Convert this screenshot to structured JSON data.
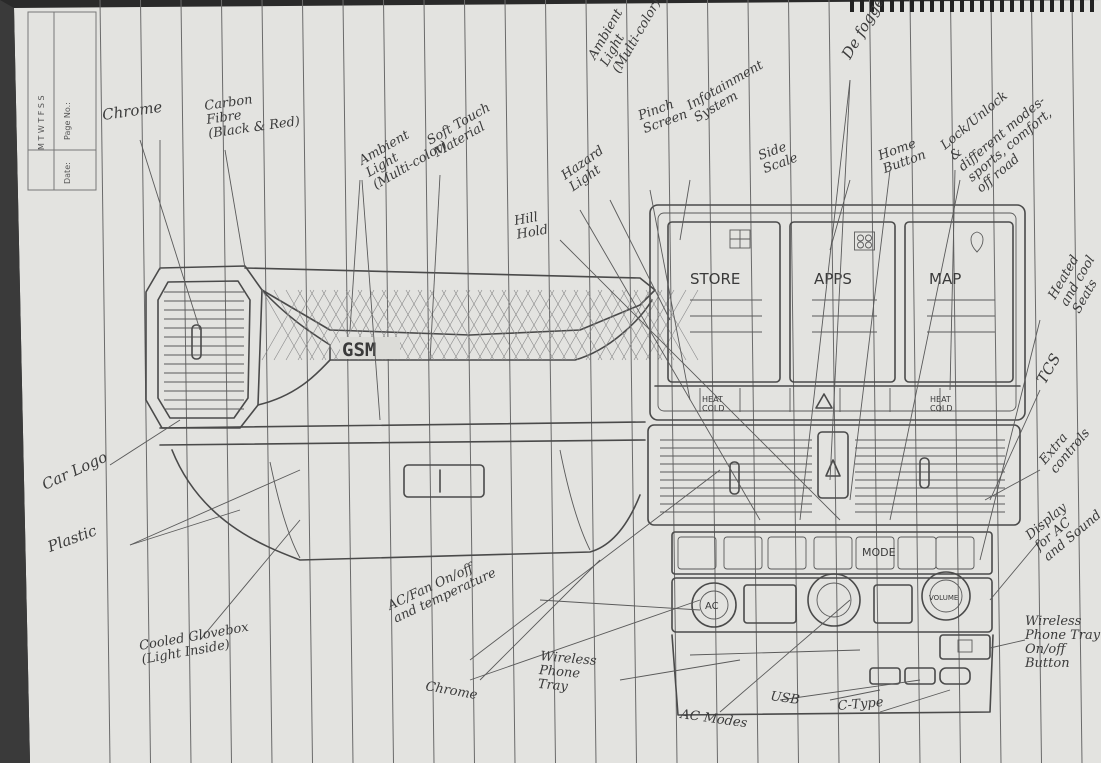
{
  "header_box": {
    "days": "M T W T F S S",
    "page_no_label": "Page No.:",
    "date_label": "Date:"
  },
  "logo": {
    "text": "GSM"
  },
  "screens": [
    {
      "label": "STORE",
      "icon": "grid-icon"
    },
    {
      "label": "APPS",
      "icon": "apps-icon"
    },
    {
      "label": "MAP",
      "icon": "map-pin-icon"
    }
  ],
  "screen_strip": {
    "heat_cold_left": "HEAT\nCOLD",
    "heat_cold_right": "HEAT\nCOLD"
  },
  "control_row": {
    "mode_label": "MODE"
  },
  "knob": {
    "volume_label": "VOLUME"
  },
  "ac_button": {
    "label": "AC"
  },
  "annotations": {
    "chrome_top": "Chrome",
    "carbon_fibre": "Carbon\nFibre\n(Black & Red)",
    "ambient_left": "Ambient\nLight\n(Multi-color)",
    "soft_touch": "Soft Touch\nMaterial",
    "ambient_top": "Ambient\nLight\n(Multi-color)",
    "pinch_screen": "Pinch\nScreen",
    "infotainment": "Infotainment\nSystem",
    "side_scale": "Side\nScale",
    "de_fogger": "De fogger",
    "home_button": "Home\nButton",
    "lock_unlock": "Lock/Unlock\n&\ndifferent modes-\nsports, comfort,\noff road",
    "hazard_light": "Hazard\nLight",
    "hill_hold": "Hill\nHold",
    "heated_seats": "Heated\nand cool\nSeats",
    "tcs": "TCS",
    "extra_controls": "Extra\ncontrols",
    "display_ac": "Display\nfor AC\nand Sound",
    "wireless_button": "Wireless\nPhone Tray\nOn/off\nButton",
    "car_logo": "Car Logo",
    "plastic": "Plastic",
    "ac_fan": "AC/Fan On/off\nand temperature",
    "cooled_glovebox": "Cooled Glovebox\n(Light Inside)",
    "chrome_bottom": "Chrome",
    "wireless_tray": "Wireless\nPhone\nTray",
    "ac_modes": "AC Modes",
    "usb": "USB",
    "c_type": "C-Type"
  },
  "colors": {
    "paper": "#e4e4e1",
    "ink": "#4a4a4a",
    "rule": "#6a6a6a"
  }
}
